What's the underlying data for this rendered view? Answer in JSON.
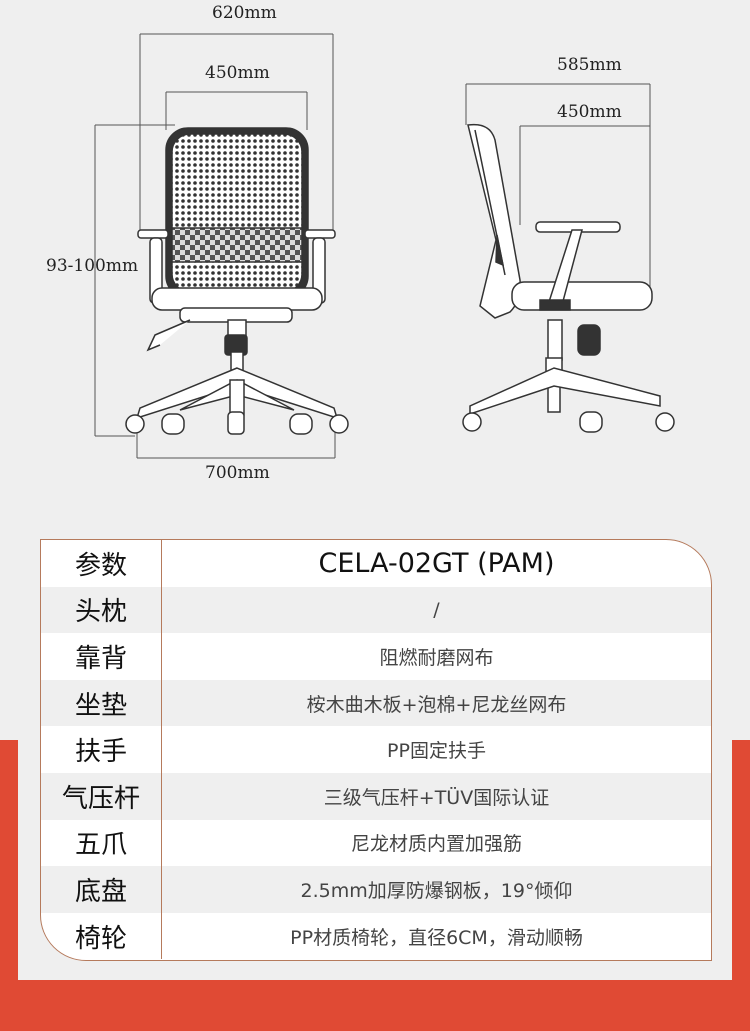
{
  "dimensions": {
    "front_overall_width": "620mm",
    "front_seat_width": "450mm",
    "height_range": "93-100mm",
    "base_diameter": "700mm",
    "side_overall_depth": "585mm",
    "side_seat_depth": "450mm"
  },
  "spec_table": {
    "header": {
      "param": "参数",
      "value": "CELA-02GT (PAM)"
    },
    "rows": [
      {
        "param": "头枕",
        "value": "/"
      },
      {
        "param": "靠背",
        "value": "阻燃耐磨网布"
      },
      {
        "param": "坐垫",
        "value": "桉木曲木板+泡棉+尼龙丝网布"
      },
      {
        "param": "扶手",
        "value": "PP固定扶手"
      },
      {
        "param": "气压杆",
        "value": "三级气压杆+TÜV国际认证"
      },
      {
        "param": "五爪",
        "value": "尼龙材质内置加强筋"
      },
      {
        "param": "底盘",
        "value": "2.5mm加厚防爆钢板，19°倾仰"
      },
      {
        "param": "椅轮",
        "value": "PP材质椅轮，直径6CM，滑动顺畅"
      }
    ]
  },
  "colors": {
    "accent_red": "#e04a34",
    "border_brown": "#b57a5c",
    "background": "#efefef"
  }
}
